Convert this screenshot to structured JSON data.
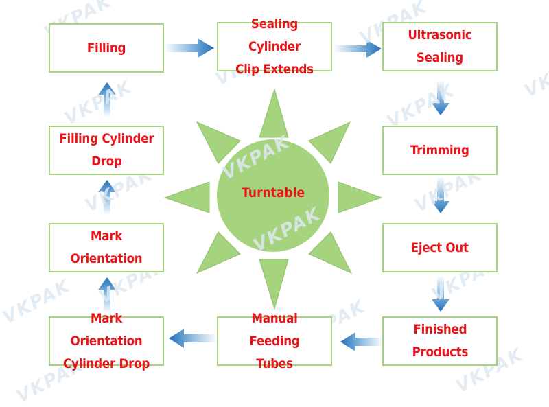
{
  "diagram": {
    "watermark": "VKPAK",
    "hub_label": "Turntable",
    "steps": {
      "filling": "Filling",
      "sealing_cylinder": "Sealing Cylinder\nClip Extends",
      "ultrasonic": "Ultrasonic\nSealing",
      "trimming": "Trimming",
      "eject": "Eject Out",
      "finished": "Finished\nProducts",
      "manual_feeding": "Manual Feeding\nTubes",
      "mark_cyl_drop": "Mark Orientation\nCylinder Drop",
      "mark_orientation": "Mark Orientation",
      "filling_cyl_drop": "Filling Cylinder\nDrop"
    },
    "colors": {
      "box_border": "#a6d47e",
      "text": "#e8151b",
      "sun_fill": "#a6d47e",
      "arrow": "#2a78bf"
    }
  }
}
